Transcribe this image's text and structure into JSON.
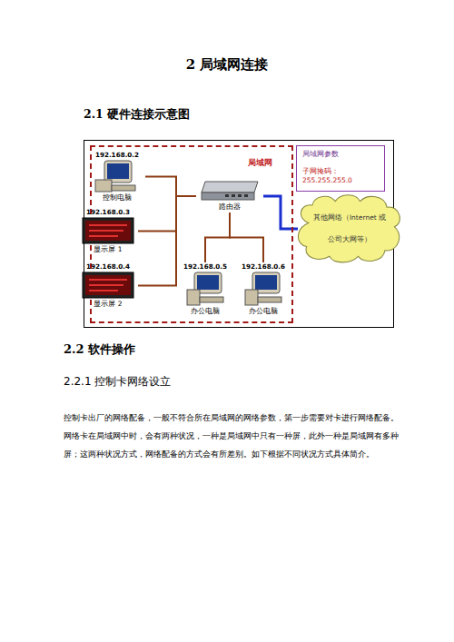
{
  "diagram": {
    "title": "2 局域网连接",
    "nodes": [
      {
        "text": [
          "局域网"
        ]
      },
      {
        "text": [
          "192.168.0.2",
          "控制电脑"
        ],
        "in": 0
      },
      {
        "text": [
          "192.168.0.3",
          "显示屏 1"
        ],
        "in": 0
      },
      {
        "text": [
          "192.168.0.4",
          "显示屏 2"
        ],
        "in": 0
      },
      {
        "text": [
          "路由器"
        ],
        "in": 0
      },
      {
        "text": [
          "192.168.0.5",
          "办公电脑"
        ],
        "in": 0
      },
      {
        "text": [
          "192.168.0.6",
          "办公电脑"
        ],
        "in": 0
      },
      {
        "text": [
          "局域网参数",
          "子网掩码：255.255.255.0"
        ]
      },
      {
        "text": [
          "其他网络（Internet 或公司大网等）"
        ]
      }
    ],
    "edges": [
      {
        "from": 4,
        "to": 1,
        "arrow": "none"
      },
      {
        "from": 4,
        "to": 2,
        "arrow": "none"
      },
      {
        "from": 4,
        "to": 3,
        "arrow": "none"
      },
      {
        "from": 4,
        "to": 5,
        "arrow": "none"
      },
      {
        "from": 4,
        "to": 6,
        "arrow": "none"
      },
      {
        "from": 4,
        "to": 8,
        "arrow": "none"
      }
    ],
    "labels": [
      "2.1 硬件连接示意图",
      "2.2 软件操作",
      "2.2.1 控制卡网络设立",
      "控制卡出厂的网络配备，一般不符合所在局域网的网络参数，第一步需要对卡进行网络配备。",
      "网络卡在局域网中时，会有两种状况，一种是局域网中只有一种屏，此外一种是局域网有多种屏；这两种状况方式，网络配备的方式会有所差别。如下根据不同状况方式具体简介。"
    ]
  }
}
